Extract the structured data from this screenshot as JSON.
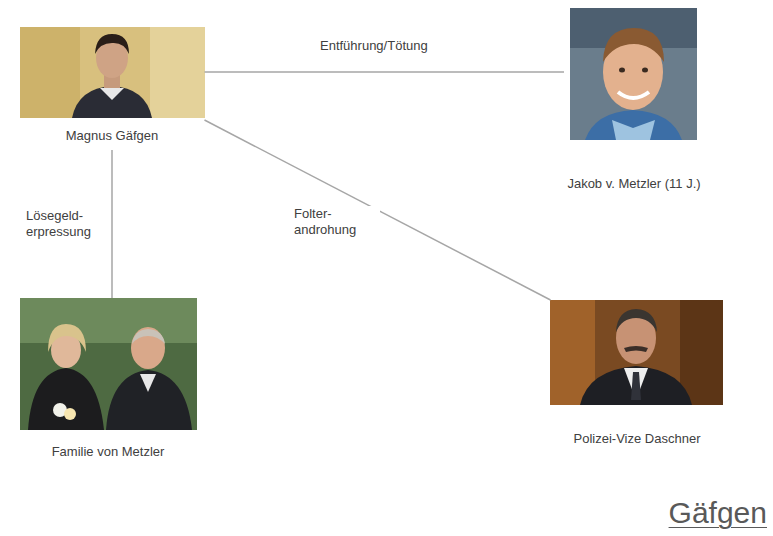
{
  "diagram": {
    "title": "Gäfgen",
    "nodes": [
      {
        "text": [
          "Magnus Gäfgen"
        ]
      },
      {
        "text": [
          "Jakob v. Metzler (11 J.)"
        ]
      },
      {
        "text": [
          "Familie von Metzler"
        ]
      },
      {
        "text": [
          "Polizei-Vize Daschner"
        ]
      }
    ],
    "edges": [
      {
        "from": 0,
        "to": 1,
        "label": "Entführung/Tötung",
        "arrow": "none"
      },
      {
        "from": 0,
        "to": 2,
        "label": "Lösegeld- erpressung",
        "arrow": "none"
      },
      {
        "from": 0,
        "to": 3,
        "label": "Folter- androhung",
        "arrow": "none"
      }
    ]
  }
}
